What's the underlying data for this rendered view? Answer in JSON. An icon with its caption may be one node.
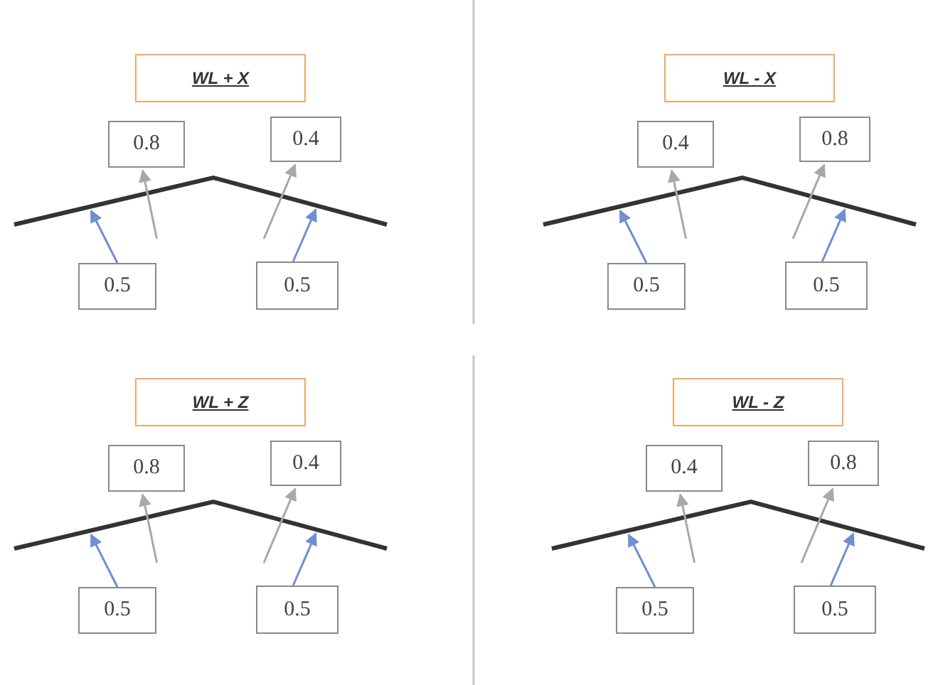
{
  "diagram": {
    "nodes": [
      {
        "text": [
          "WL + X"
        ]
      },
      {
        "text": [
          "0.8"
        ]
      },
      {
        "text": [
          "0.4"
        ]
      },
      {
        "text": [],
        "shape": "line"
      },
      {
        "text": [
          "0.5"
        ]
      },
      {
        "text": [
          "0.5"
        ]
      },
      {
        "text": [
          "WL - X"
        ]
      },
      {
        "text": [
          "0.4"
        ]
      },
      {
        "text": [
          "0.8"
        ]
      },
      {
        "text": [],
        "shape": "line"
      },
      {
        "text": [
          "0.5"
        ]
      },
      {
        "text": [
          "0.5"
        ]
      },
      {
        "text": [
          "WL + Z"
        ]
      },
      {
        "text": [
          "0.8"
        ]
      },
      {
        "text": [
          "0.4"
        ]
      },
      {
        "text": [],
        "shape": "line"
      },
      {
        "text": [
          "0.5"
        ]
      },
      {
        "text": [
          "0.5"
        ]
      },
      {
        "text": [
          "WL - Z"
        ]
      },
      {
        "text": [
          "0.4"
        ]
      },
      {
        "text": [
          "0.8"
        ]
      },
      {
        "text": [],
        "shape": "line"
      },
      {
        "text": [
          "0.5"
        ]
      },
      {
        "text": [
          "0.5"
        ]
      }
    ],
    "edges": [
      {
        "from": 4,
        "to": 3,
        "arrow": "to",
        "color": "#6f8fd0"
      },
      {
        "from": 3,
        "to": 1,
        "arrow": "to"
      },
      {
        "from": 3,
        "to": 2,
        "arrow": "to"
      },
      {
        "from": 5,
        "to": 3,
        "arrow": "to",
        "color": "#6f8fd0"
      },
      {
        "from": 10,
        "to": 9,
        "arrow": "to",
        "color": "#6f8fd0"
      },
      {
        "from": 9,
        "to": 7,
        "arrow": "to"
      },
      {
        "from": 9,
        "to": 8,
        "arrow": "to"
      },
      {
        "from": 11,
        "to": 9,
        "arrow": "to",
        "color": "#6f8fd0"
      },
      {
        "from": 16,
        "to": 15,
        "arrow": "to",
        "color": "#6f8fd0"
      },
      {
        "from": 15,
        "to": 13,
        "arrow": "to"
      },
      {
        "from": 15,
        "to": 14,
        "arrow": "to"
      },
      {
        "from": 17,
        "to": 15,
        "arrow": "to",
        "color": "#6f8fd0"
      },
      {
        "from": 22,
        "to": 21,
        "arrow": "to",
        "color": "#6f8fd0"
      },
      {
        "from": 21,
        "to": 19,
        "arrow": "to"
      },
      {
        "from": 21,
        "to": 20,
        "arrow": "to"
      },
      {
        "from": 23,
        "to": 21,
        "arrow": "to",
        "color": "#6f8fd0"
      }
    ]
  }
}
